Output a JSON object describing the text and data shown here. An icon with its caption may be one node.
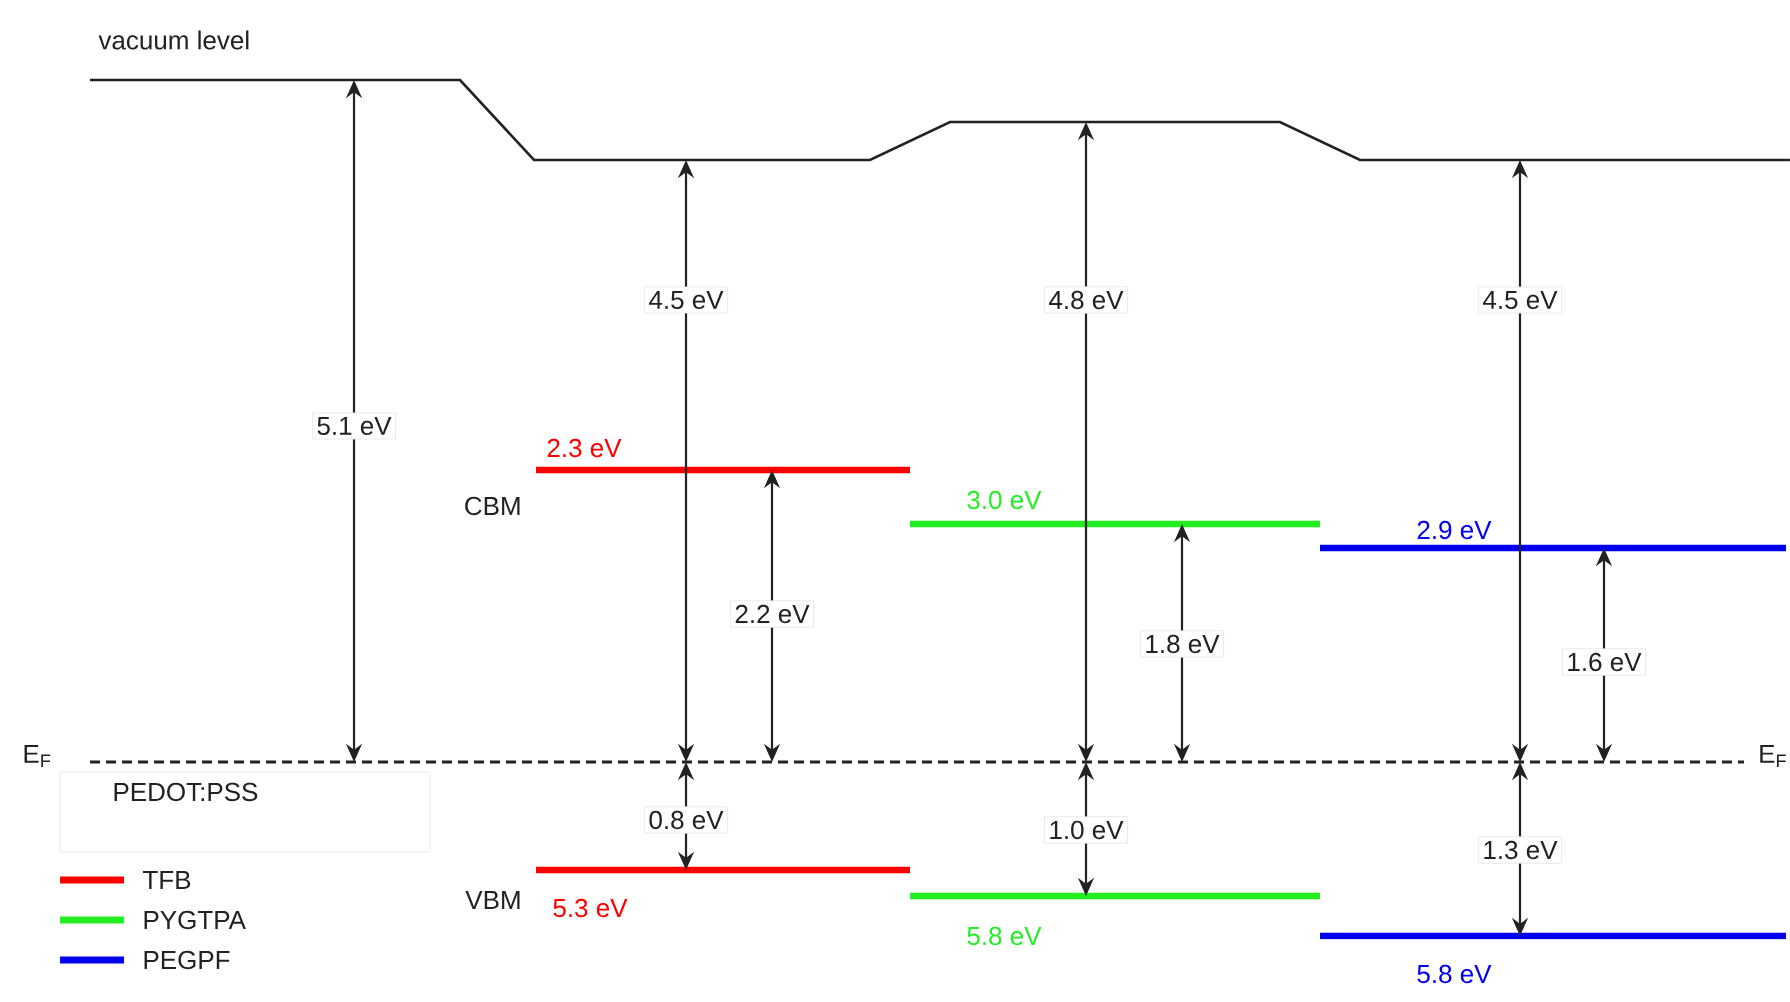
{
  "diagram": {
    "labels": [
      "vacuum level",
      "4.5 eV",
      "4.8 eV",
      "4.5 eV",
      "5.1 eV",
      "2.3 eV",
      "CBM",
      "3.0 eV",
      "2.9 eV",
      "2.2 eV",
      "1.8 eV",
      "1.6 eV",
      "E$_{F}$",
      "E$_{F}$",
      "PEDOT:PSS",
      "0.8 eV",
      "1.0 eV",
      "1.3 eV",
      "VBM",
      "5.3 eV",
      "5.8 eV",
      "5.8 eV"
    ],
    "legend": [
      {
        "text": "TFB",
        "color": "#ff0000"
      },
      {
        "text": "PYGTPA",
        "color": "#22ee22"
      },
      {
        "text": "PEGPF",
        "color": "#0000ee"
      }
    ]
  }
}
